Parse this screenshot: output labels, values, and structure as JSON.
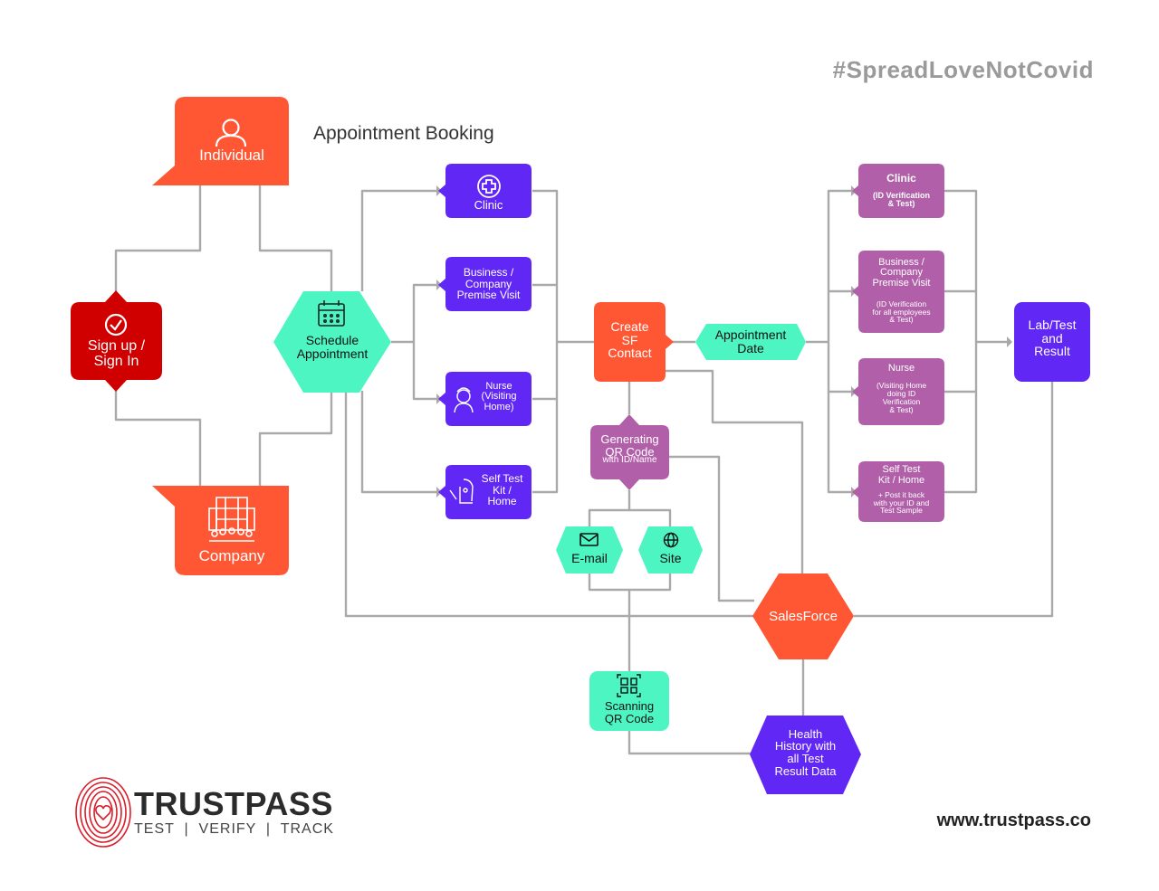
{
  "hashtag": "#SpreadLoveNotCovid",
  "section_title": "Appointment Booking",
  "website": "www.trustpass.co",
  "brand": {
    "name": "TRUSTPASS",
    "tagline": "TEST  |  VERIFY  |  TRACK"
  },
  "colors": {
    "orange": "#ff5733",
    "red": "#d00000",
    "teal": "#4df5c2",
    "purple": "#6127f5",
    "mauve": "#b05fa8",
    "line": "#a9a9a9"
  },
  "nodes": {
    "individual": "Individual",
    "company": "Company",
    "signup": "Sign up /\nSign In",
    "schedule": "Schedule\nAppointment",
    "clinic": "Clinic",
    "business": "Business /\nCompany\nPremise Visit",
    "nurse": "Nurse\n(Visiting\nHome)",
    "selftest": "Self Test\nKit /\nHome",
    "create_sf": "Create\nSF\nContact",
    "appointment_date": "Appointment\nDate",
    "generating_qr": "Generating\nQR Code",
    "generating_qr_sub": "with ID/Name",
    "email": "E-mail",
    "site": "Site",
    "scanning_qr": "Scanning\nQR Code",
    "salesforce": "SalesForce",
    "health_history": "Health\nHistory with\nall Test\nResult Data",
    "lab_result": "Lab/Test\nand\nResult",
    "r_clinic_title": "Clinic",
    "r_clinic_sub": "(ID Verification\n& Test)",
    "r_business_title": "Business /\nCompany\nPremise Visit",
    "r_business_sub": "(ID Verification\nfor all employees\n& Test)",
    "r_nurse_title": "Nurse",
    "r_nurse_sub": "(Visiting Home\ndoing ID\nVerification\n& Test)",
    "r_selftest_title": "Self Test\nKit / Home",
    "r_selftest_sub": "+ Post it back\nwith your ID and\nTest Sample"
  }
}
